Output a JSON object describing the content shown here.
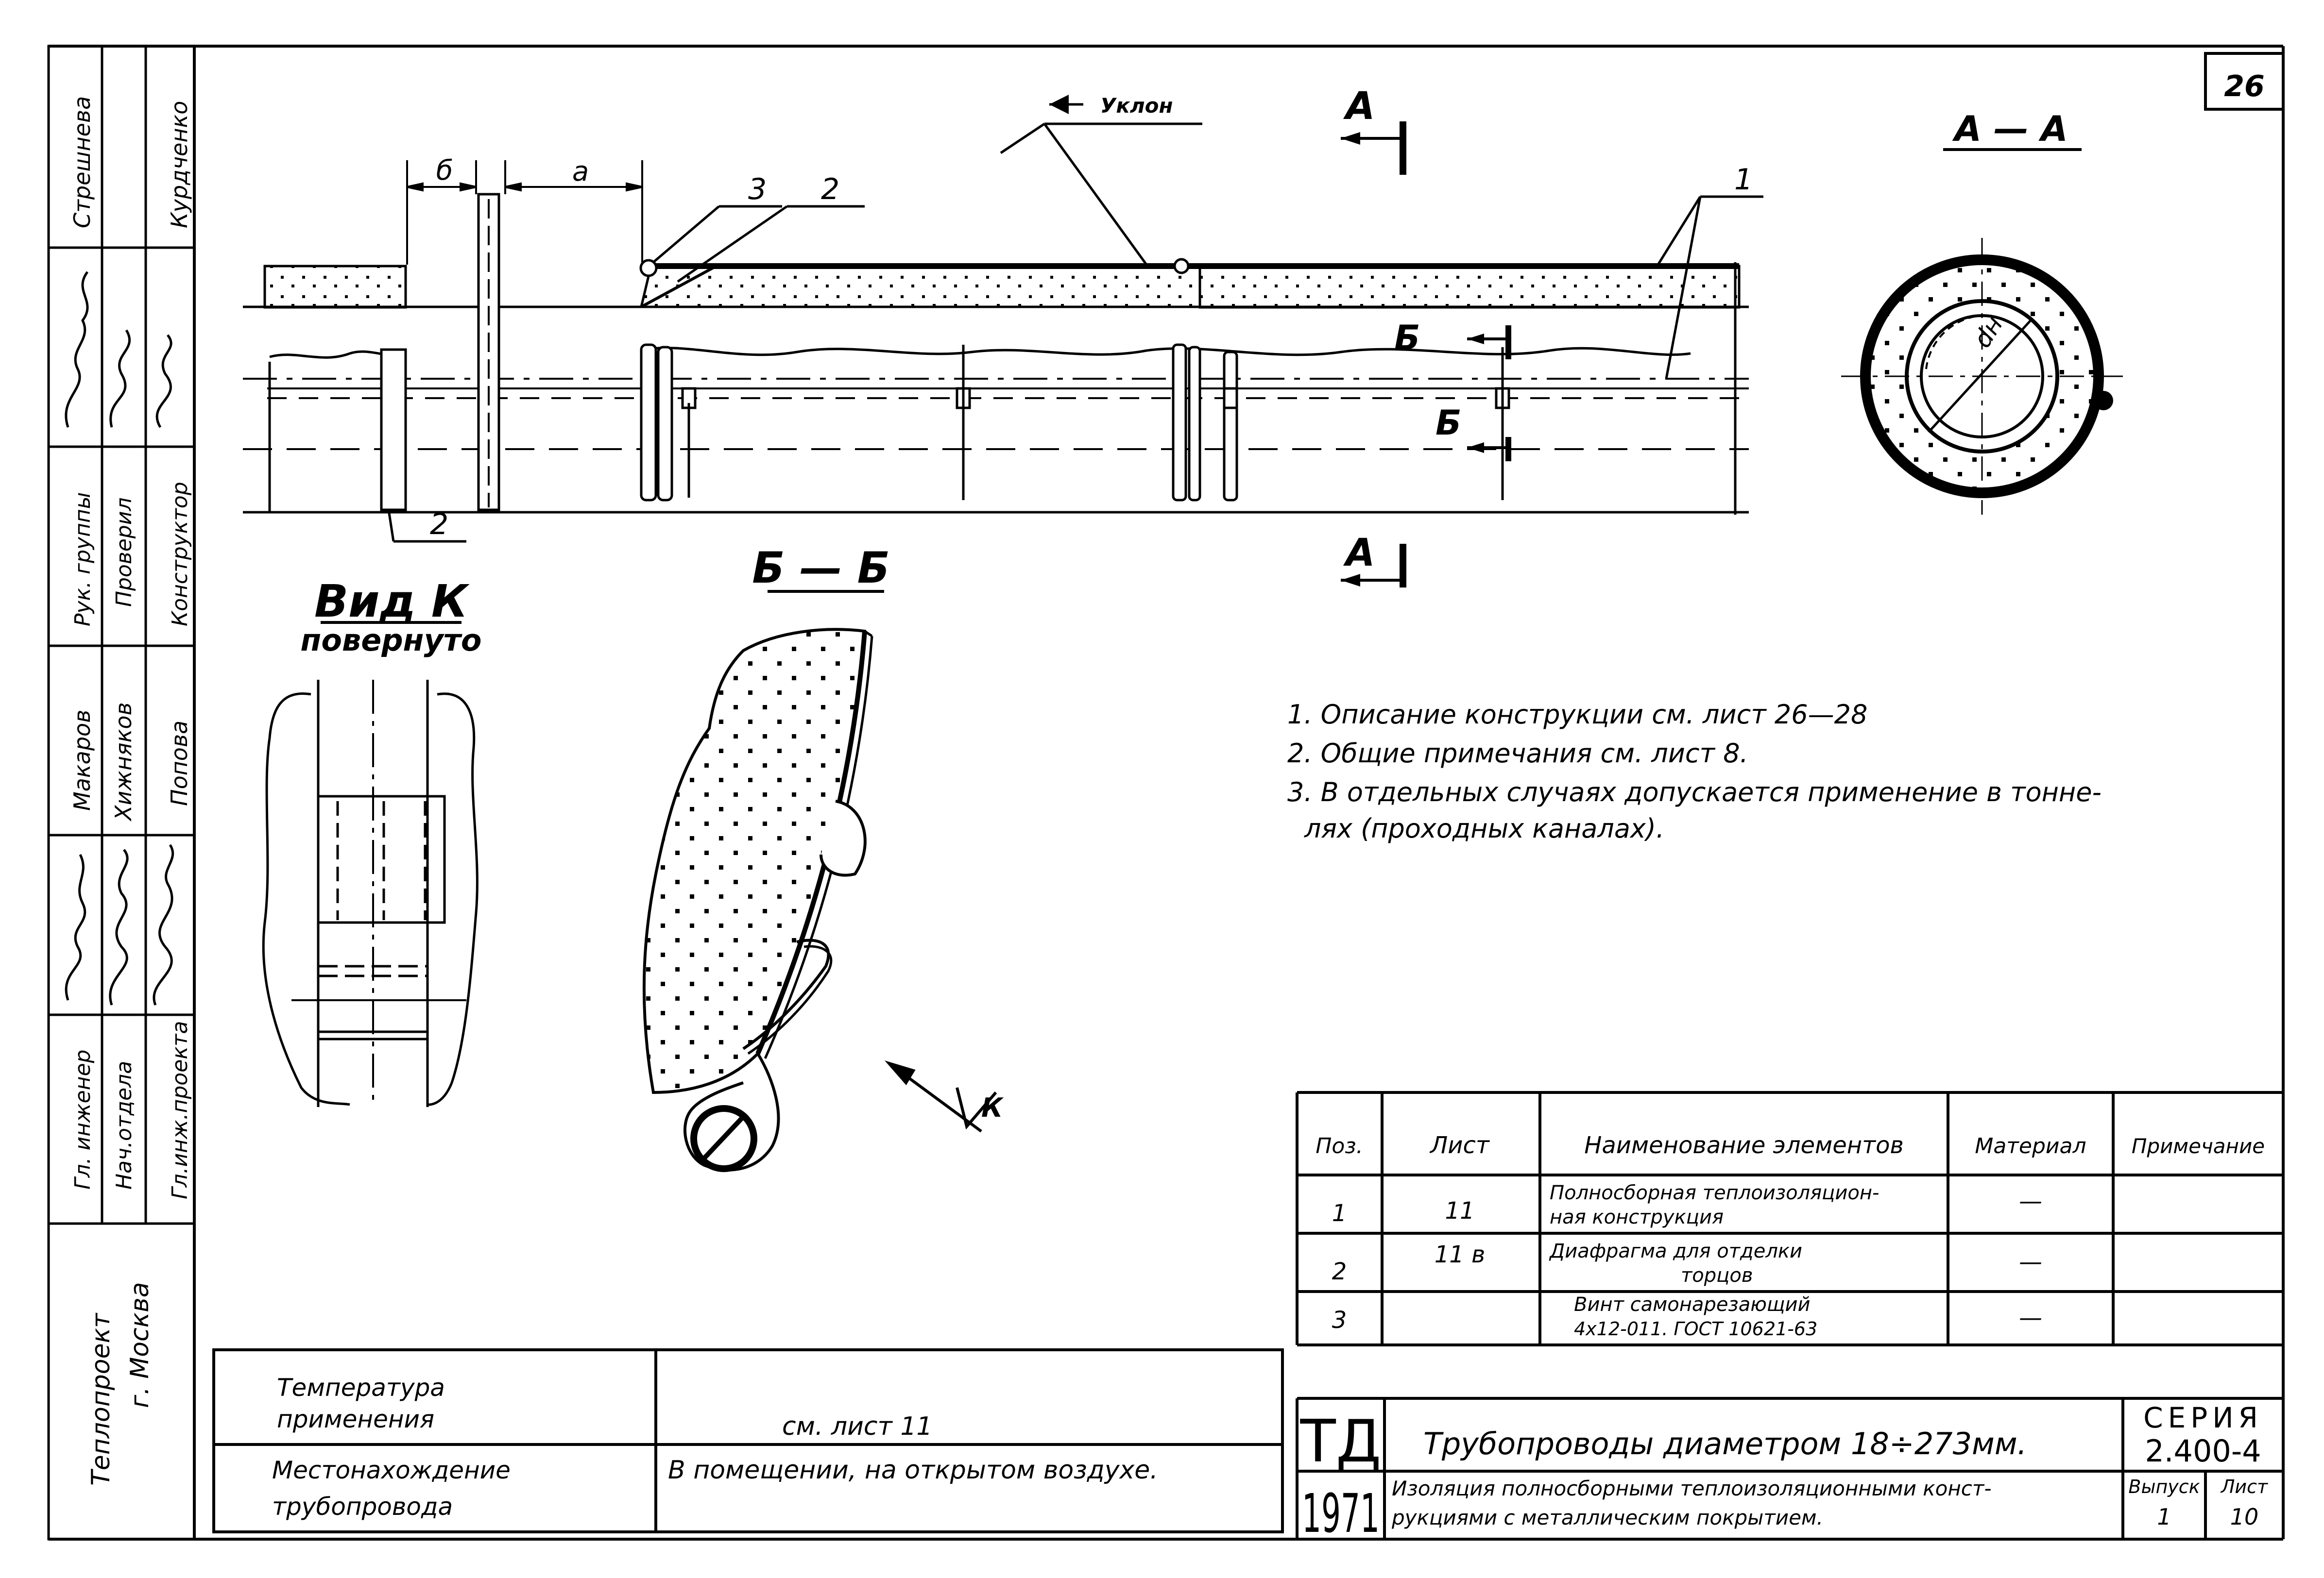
{
  "sheet_number": "26",
  "title_block_left": {
    "rows": [
      {
        "role": "Гл. инженер",
        "name": "Стрешнева"
      },
      {
        "role": "Нач.отдела",
        "name": "Макаров"
      },
      {
        "role": "Рук. группы",
        "name": "Хижняков"
      },
      {
        "role": "Проверил",
        "name": "Попова"
      },
      {
        "role": "Гл.инж.проекта",
        "name": "Курдченко"
      },
      {
        "role": "Конструктор",
        "name": ""
      }
    ],
    "org": "Теплопроект",
    "city": "г. Москва"
  },
  "labels": {
    "b": "б",
    "a": "а",
    "slope": "Уклон",
    "pos1": "1",
    "pos2": "2",
    "pos3": "3",
    "pos2b": "2",
    "section_A": "А",
    "section_B": "Б",
    "section_AA": "А — А",
    "dn": "dн",
    "view_k": "Вид К",
    "view_k_sub": "повернуто",
    "section_BB": "Б — Б",
    "k_arrow": "К"
  },
  "notes": [
    "1. Описание конструкции см. лист 26—28",
    "2. Общие примечания см. лист 8.",
    "3. В отдельных случаях допускается применение в тонне-",
    "лях (проходных каналах)."
  ],
  "spec_table": {
    "headers": [
      "Поз.",
      "Лист",
      "Наименование элементов",
      "Материал",
      "Примечание"
    ],
    "rows": [
      {
        "pos": "1",
        "sheet": "11",
        "name_1": "Полносборная теплоизоляцион-",
        "name_2": "ная конструкция",
        "material": "—",
        "note": ""
      },
      {
        "pos": "2",
        "sheet": "11 в",
        "name_1": "Диафрагма для отделки",
        "name_2": "торцов",
        "material": "—",
        "note": ""
      },
      {
        "pos": "3",
        "sheet": "",
        "name_1": "Винт самонарезающий",
        "name_2": "4х12-011. ГОСТ 10621-63",
        "material": "—",
        "note": ""
      }
    ]
  },
  "conditions": {
    "row1_label_1": "Температура",
    "row1_label_2": "применения",
    "row1_value": "см. лист 11",
    "row2_label_1": "Местонахождение",
    "row2_label_2": "трубопровода",
    "row2_value": "В помещении, на открытом воздухе."
  },
  "stamp": {
    "code_1": "ТД",
    "code_2": "1971",
    "title": "Трубопроводы диаметром 18÷273мм.",
    "subtitle_1": "Изоляция полносборными теплоизоляционными конст-",
    "subtitle_2": "рукциями с металлическим покрытием.",
    "series_label": "СЕРИЯ",
    "series_value": "2.400-4",
    "issue_label": "Выпуск",
    "issue_value": "1",
    "sheet_label": "Лист",
    "sheet_value": "10"
  }
}
